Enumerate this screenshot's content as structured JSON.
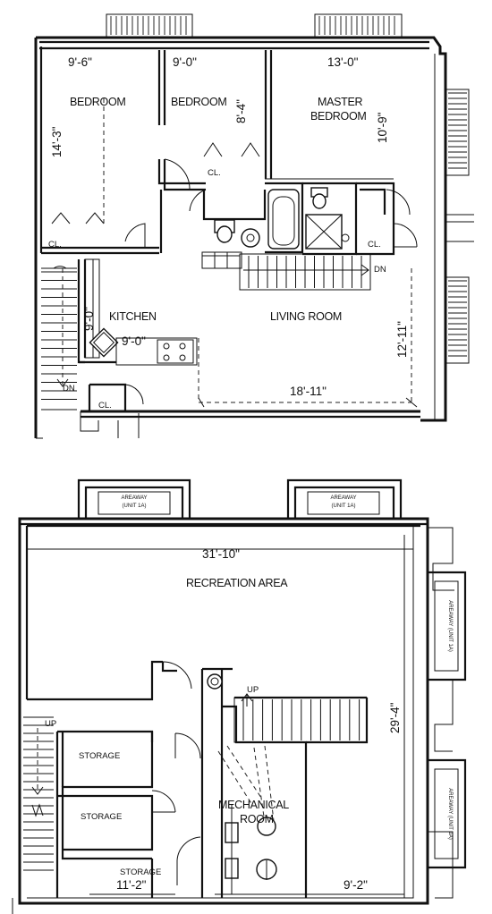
{
  "upper_floor": {
    "rooms": {
      "bedroom_left": "BEDROOM",
      "bedroom_middle": "BEDROOM",
      "master_line1": "MASTER",
      "master_line2": "BEDROOM",
      "kitchen": "KITCHEN",
      "living_room": "LIVING ROOM"
    },
    "closets": {
      "cl_left": "CL.",
      "cl_middle": "CL.",
      "cl_right": "CL.",
      "cl_bottom": "CL."
    },
    "dimensions": {
      "bedroom_left_width": "9'-6\"",
      "bedroom_middle_width": "9'-0\"",
      "master_width": "13'-0\"",
      "bedroom_left_depth": "14'-3\"",
      "bedroom_middle_depth": "8'-4\"",
      "master_depth": "10'-9\"",
      "kitchen_depth": "9'-0\"",
      "kitchen_width": "9'-0\"",
      "living_width": "18'-11\"",
      "living_depth": "12'-11\""
    },
    "stairs": {
      "dn_right": "DN",
      "dn_left": "DN"
    }
  },
  "lower_floor": {
    "areaways": {
      "areaway_1_line1": "AREAWAY",
      "areaway_1_line2": "(UNIT 1A)",
      "areaway_2_line1": "AREAWAY",
      "areaway_2_line2": "(UNIT 1A)",
      "areaway_3": "AREAWAY (UNIT 1A)",
      "areaway_4": "AREAWAY (UNIT 1A)"
    },
    "rooms": {
      "recreation": "RECREATION AREA",
      "storage_1": "STORAGE",
      "storage_2": "STORAGE",
      "storage_3": "STORAGE",
      "mechanical_line1": "MECHANICAL",
      "mechanical_line2": "ROOM"
    },
    "dimensions": {
      "overall_width": "31'-10\"",
      "overall_depth": "29'-4\"",
      "storage_width": "11'-2\"",
      "mechanical_width": "9'-2\""
    },
    "stairs": {
      "up_middle": "UP",
      "up_left": "UP"
    }
  }
}
